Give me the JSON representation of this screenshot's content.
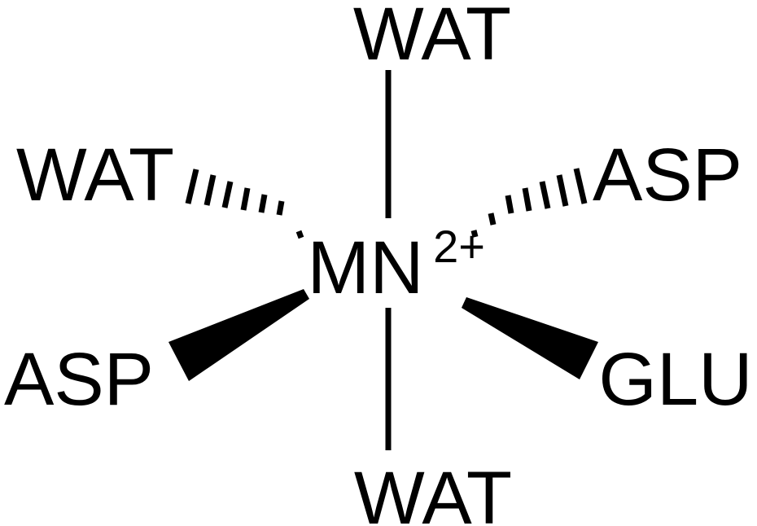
{
  "center": {
    "atom": "MN",
    "charge": "2+"
  },
  "ligands": {
    "top": "WAT",
    "upper_left": "WAT",
    "upper_right": "ASP",
    "lower_left": "ASP",
    "lower_right": "GLU",
    "bottom": "WAT"
  },
  "colors": {
    "ink": "#000000",
    "background": "#ffffff"
  }
}
